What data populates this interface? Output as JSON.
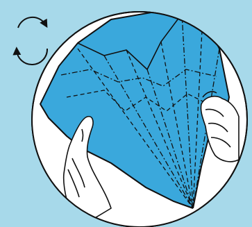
{
  "figure": {
    "background_color": "#a7d9ea",
    "paper_color": "#3aa8dc",
    "lens_fill_color": "#ffffff",
    "outline_color": "#111111",
    "valley_fold_style": "dashed",
    "mountain_fold_style": "dash-dot"
  },
  "symbols": {
    "rotate": {
      "icon": "rotate-icon",
      "direction": "clockwise"
    }
  }
}
